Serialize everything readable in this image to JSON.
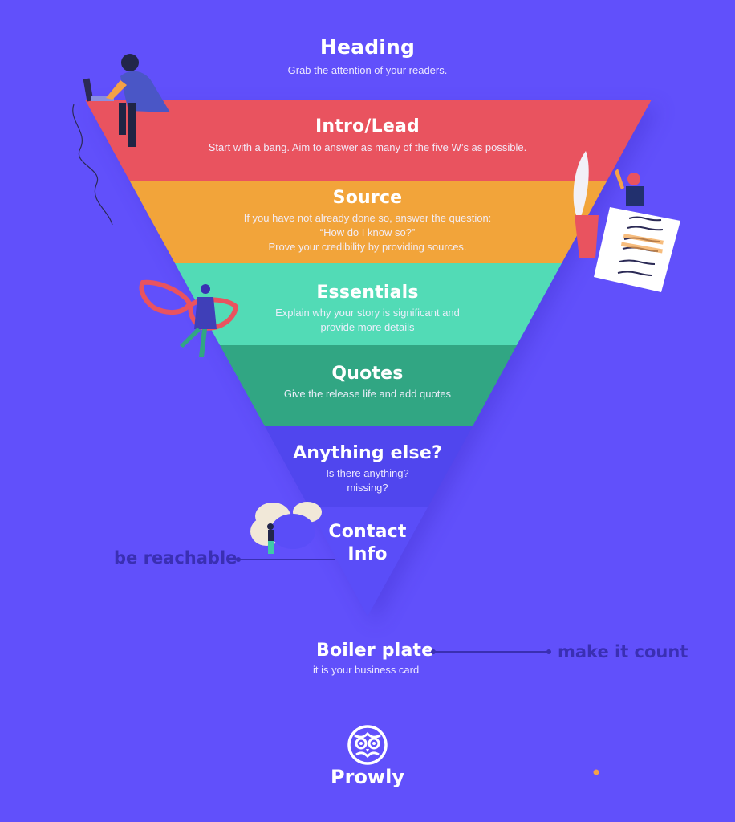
{
  "header": {
    "title": "Heading",
    "subtitle": "Grab the attention of your readers."
  },
  "pyramid": {
    "levels": [
      {
        "title": "Intro/Lead",
        "lines": [
          "Start with a bang. Aim to answer as many of the five W’s as possible."
        ],
        "color": "#e9535f"
      },
      {
        "title": "Source",
        "lines": [
          "If you have not already done so, answer the question:",
          "“How do I know so?”",
          "Prove your credibility by providing sources."
        ],
        "color": "#f2a43a"
      },
      {
        "title": "Essentials",
        "lines": [
          "Explain why your story is significant and",
          "provide more details"
        ],
        "color": "#52dbb6"
      },
      {
        "title": "Quotes",
        "lines": [
          "Give the release life and add quotes"
        ],
        "color": "#31a683"
      },
      {
        "title": "Anything else?",
        "lines": [
          "Is there anything?",
          "missing?"
        ],
        "color": "#5046ee"
      },
      {
        "title_lines": [
          "Contact",
          "Info"
        ],
        "color": "#5a4df8"
      }
    ]
  },
  "annotations": {
    "left": "be reachable",
    "right": "make it count"
  },
  "footer_block": {
    "title": "Boiler plate",
    "subtitle": "it is your business card"
  },
  "logo": {
    "name": "Prowly",
    "icon": "owl-icon"
  },
  "colors": {
    "background": "#6150fb",
    "annotation": "#3a2fb3",
    "accent_dot": "#f4a147"
  }
}
